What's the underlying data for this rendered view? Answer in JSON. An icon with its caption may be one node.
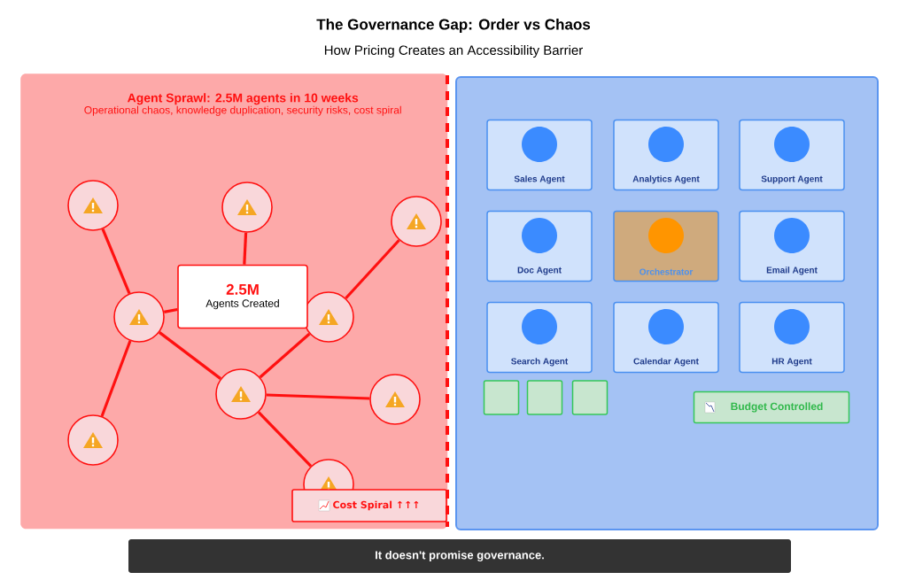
{
  "diagram": {
    "title": "The Governance Gap: Order vs Chaos",
    "nodes": [
      {
        "text": [
          "Agent Sprawl: 2.5M agents in 10 weeks",
          "Operational chaos, knowledge duplication, security risks, cost spiral"
        ]
      },
      {
        "text": [],
        "shape": "circle",
        "in": 0
      },
      {
        "text": [],
        "shape": "circle",
        "in": 0
      },
      {
        "text": [],
        "shape": "circle",
        "in": 0
      },
      {
        "text": [],
        "shape": "circle",
        "in": 0
      },
      {
        "text": [],
        "shape": "circle",
        "in": 0
      },
      {
        "text": [],
        "shape": "circle",
        "in": 0
      },
      {
        "text": [],
        "shape": "circle",
        "in": 0
      },
      {
        "text": [],
        "shape": "circle",
        "in": 0
      },
      {
        "text": [],
        "shape": "circle",
        "in": 0
      },
      {
        "text": [
          "2.5M",
          "Agents Created"
        ],
        "in": 0
      },
      {
        "text": [
          "Cost Spiral ↑↑↑"
        ],
        "in": 0
      },
      {
        "text": [],
        "shape": "box"
      },
      {
        "text": [
          "Sales Agent"
        ],
        "in": 12
      },
      {
        "text": [
          "Analytics Agent"
        ],
        "in": 12
      },
      {
        "text": [
          "Support Agent"
        ],
        "in": 12
      },
      {
        "text": [
          "Doc Agent"
        ],
        "in": 12
      },
      {
        "text": [
          "Orchestrator"
        ],
        "in": 12
      },
      {
        "text": [
          "Email Agent"
        ],
        "in": 12
      },
      {
        "text": [
          "Search Agent"
        ],
        "in": 12
      },
      {
        "text": [
          "Calendar Agent"
        ],
        "in": 12
      },
      {
        "text": [
          "HR Agent"
        ],
        "in": 12
      },
      {
        "text": [],
        "shape": "box",
        "in": 12
      },
      {
        "text": [],
        "shape": "box",
        "in": 12
      },
      {
        "text": [],
        "shape": "box",
        "in": 12
      },
      {
        "text": [
          "Budget Controlled"
        ],
        "in": 12
      },
      {
        "text": [
          "It doesn't promise governance."
        ]
      }
    ],
    "edges": [
      {
        "from": 1,
        "to": 4,
        "arrow": "none"
      },
      {
        "from": 2,
        "to": 10,
        "arrow": "none"
      },
      {
        "from": 4,
        "to": 10,
        "arrow": "none"
      },
      {
        "from": 3,
        "to": 5,
        "arrow": "none"
      },
      {
        "from": 4,
        "to": 6,
        "arrow": "none"
      },
      {
        "from": 5,
        "to": 6,
        "arrow": "none"
      },
      {
        "from": 6,
        "to": 7,
        "arrow": "none"
      },
      {
        "from": 4,
        "to": 8,
        "arrow": "none"
      },
      {
        "from": 6,
        "to": 9,
        "arrow": "none"
      }
    ],
    "labels": [
      "How Pricing Creates an Accessibility Barrier"
    ]
  }
}
